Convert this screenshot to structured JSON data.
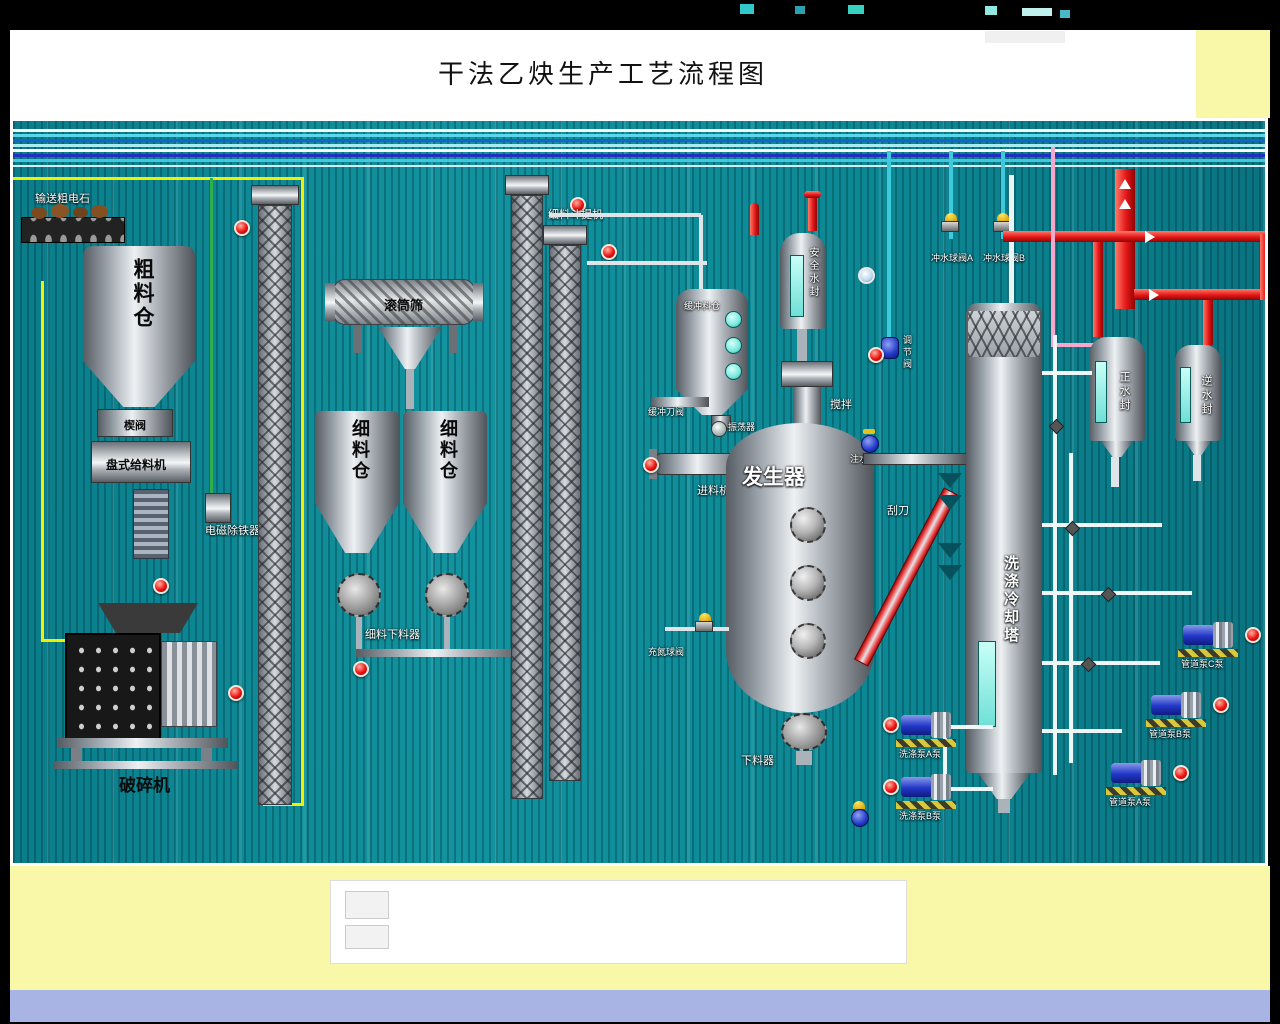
{
  "title": "干法乙炔生产工艺流程图",
  "equipment_labels": {
    "conveyor": "输送粗电石",
    "coarse_silo": "粗料仓",
    "wedge_valve": "楔阀",
    "disc_feeder": "盘式给料机",
    "magnet_separator": "电磁除铁器",
    "crusher": "破碎机",
    "drum_screen": "滚筒筛",
    "fine_silo_left": "细料仓",
    "fine_silo_right": "细料仓",
    "fine_discharger": "细料下料器",
    "fine_bucket_elevator": "细料斗提机",
    "buffer_silo": "缓冲料仓",
    "buffer_knife_valve": "缓冲刀阀",
    "vibrator": "振荡器",
    "feeder": "进料机",
    "generator": "发生器",
    "safety_water_seal": "安全水封",
    "agitator": "搅拌",
    "water_injection_valve": "注水球阀",
    "nitrogen_valve": "充氮球阀",
    "bottom_discharger": "下料器",
    "scraper": "刮刀",
    "washing_cooling_tower": "洗涤冷却塔",
    "positive_water_seal": "正水封",
    "reverse_water_seal": "逆水封",
    "flush_valve_a": "冲水球阀A",
    "flush_valve_b": "冲水球阀B",
    "control_valve": "调节阀",
    "wash_pump_a": "洗涤泵A泵",
    "wash_pump_b": "洗涤泵B泵",
    "pipeline_pump_a": "管道泵A泵",
    "pipeline_pump_b": "管道泵B泵",
    "pipeline_pump_c": "管道泵C泵"
  },
  "colors": {
    "background_teal": "#0c8794",
    "pipe_red": "#e41818",
    "pipe_cyan": "#40c8dc",
    "pipe_yellow": "#f0f000",
    "panel_yellow": "#f8f8a8",
    "panel_lavender": "#a8b4e4",
    "indicator_red": "#ee1212"
  }
}
